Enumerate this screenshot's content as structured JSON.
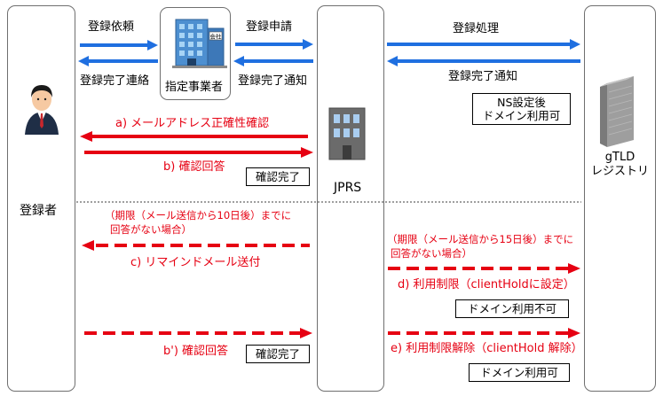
{
  "actors": {
    "registrant": "登録者",
    "registrar": "指定事業者",
    "jprs": "JPRS",
    "gtld_line1": "gTLD",
    "gtld_line2": "レジストリ"
  },
  "flows": {
    "reg_request": "登録依頼",
    "reg_complete_contact": "登録完了連絡",
    "reg_apply": "登録申請",
    "reg_complete_notice_left": "登録完了通知",
    "reg_process": "登録処理",
    "reg_complete_notice_right": "登録完了通知",
    "ns_line1": "NS設定後",
    "ns_line2": "ドメイン利用可",
    "step_a": "a) メールアドレス正確性確認",
    "step_b": "b) 確認回答",
    "confirm_done_1": "確認完了",
    "note_10_line1": "（期限（メール送信から10日後）までに",
    "note_10_line2": "回答がない場合）",
    "step_c": "c) リマインドメール送付",
    "note_15_line1": "（期限（メール送信から15日後）までに",
    "note_15_line2": "回答がない場合）",
    "step_d": "d) 利用制限（clientHoldに設定）",
    "domain_unusable": "ドメイン利用不可",
    "step_b2": "b') 確認回答",
    "confirm_done_2": "確認完了",
    "step_e": "e) 利用制限解除（clientHold 解除）",
    "domain_usable": "ドメイン利用可"
  },
  "colors": {
    "blue_arrow": "#1f6fe0",
    "red_arrow": "#e60012",
    "lane_border": "#6f6f6f"
  }
}
